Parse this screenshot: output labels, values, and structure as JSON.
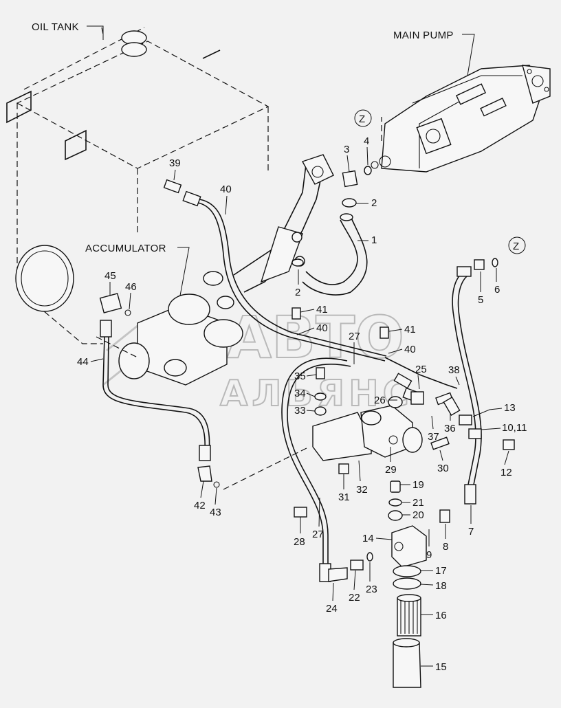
{
  "labels": {
    "oil_tank": "OIL TANK",
    "main_pump": "MAIN PUMP",
    "accumulator": "ACCUMULATOR",
    "z_marker": "Z"
  },
  "watermark": {
    "line1": "АВТО",
    "line2": "АЛЬЯНС"
  },
  "part_numbers": {
    "p1": "1",
    "p2a": "2",
    "p2b": "2",
    "p3": "3",
    "p4": "4",
    "p5": "5",
    "p6": "6",
    "p7": "7",
    "p8": "8",
    "p9": "9",
    "p10_11": "10,11",
    "p12": "12",
    "p13": "13",
    "p14": "14",
    "p15": "15",
    "p16": "16",
    "p17": "17",
    "p18": "18",
    "p19": "19",
    "p20": "20",
    "p21": "21",
    "p22": "22",
    "p23": "23",
    "p24": "24",
    "p25": "25",
    "p26": "26",
    "p27a": "27",
    "p27b": "27",
    "p28": "28",
    "p29": "29",
    "p30": "30",
    "p31": "31",
    "p32": "32",
    "p33": "33",
    "p34": "34",
    "p35": "35",
    "p36": "36",
    "p37": "37",
    "p38": "38",
    "p39": "39",
    "p40a": "40",
    "p40b": "40",
    "p40c": "40",
    "p41a": "41",
    "p41b": "41",
    "p42": "42",
    "p43": "43",
    "p44": "44",
    "p45": "45",
    "p46": "46"
  }
}
